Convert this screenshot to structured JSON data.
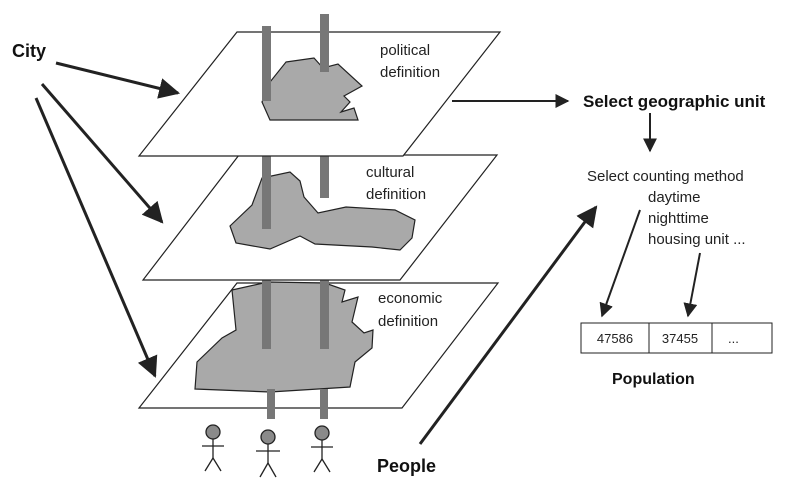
{
  "labels": {
    "city": "City",
    "people": "People",
    "select_unit": "Select geographic unit",
    "select_method": "Select counting method",
    "population": "Population"
  },
  "layers": [
    {
      "line1": "political",
      "line2": "definition"
    },
    {
      "line1": "cultural",
      "line2": "definition"
    },
    {
      "line1": "economic",
      "line2": "definition"
    }
  ],
  "methods": [
    "daytime",
    "nighttime",
    "housing unit ..."
  ],
  "population_table": [
    "47586",
    "37455",
    "..."
  ],
  "colors": {
    "region_fill": "#a9a9a9",
    "pole": "#777777",
    "stroke": "#222222",
    "person_head": "#8a8a8a"
  }
}
